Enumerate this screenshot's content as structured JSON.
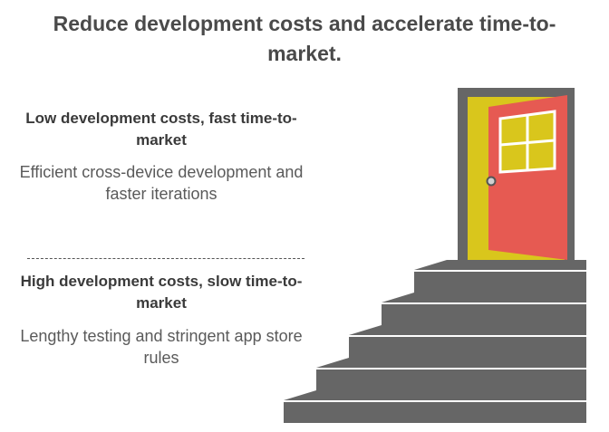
{
  "title": "Reduce development costs and accelerate time-to-market.",
  "top": {
    "heading": "Low development costs, fast time-to-market",
    "description": "Efficient cross-device development and faster iterations"
  },
  "bottom": {
    "heading": "High development costs, slow time-to-market",
    "description": "Lengthy testing and stringent app store rules"
  },
  "illustration": {
    "door_frame_color": "#666666",
    "door_opening_color": "#d9c61c",
    "door_color": "#e65a52",
    "window_color": "#d9c61c",
    "stair_color": "#666666",
    "stair_count": 5
  }
}
